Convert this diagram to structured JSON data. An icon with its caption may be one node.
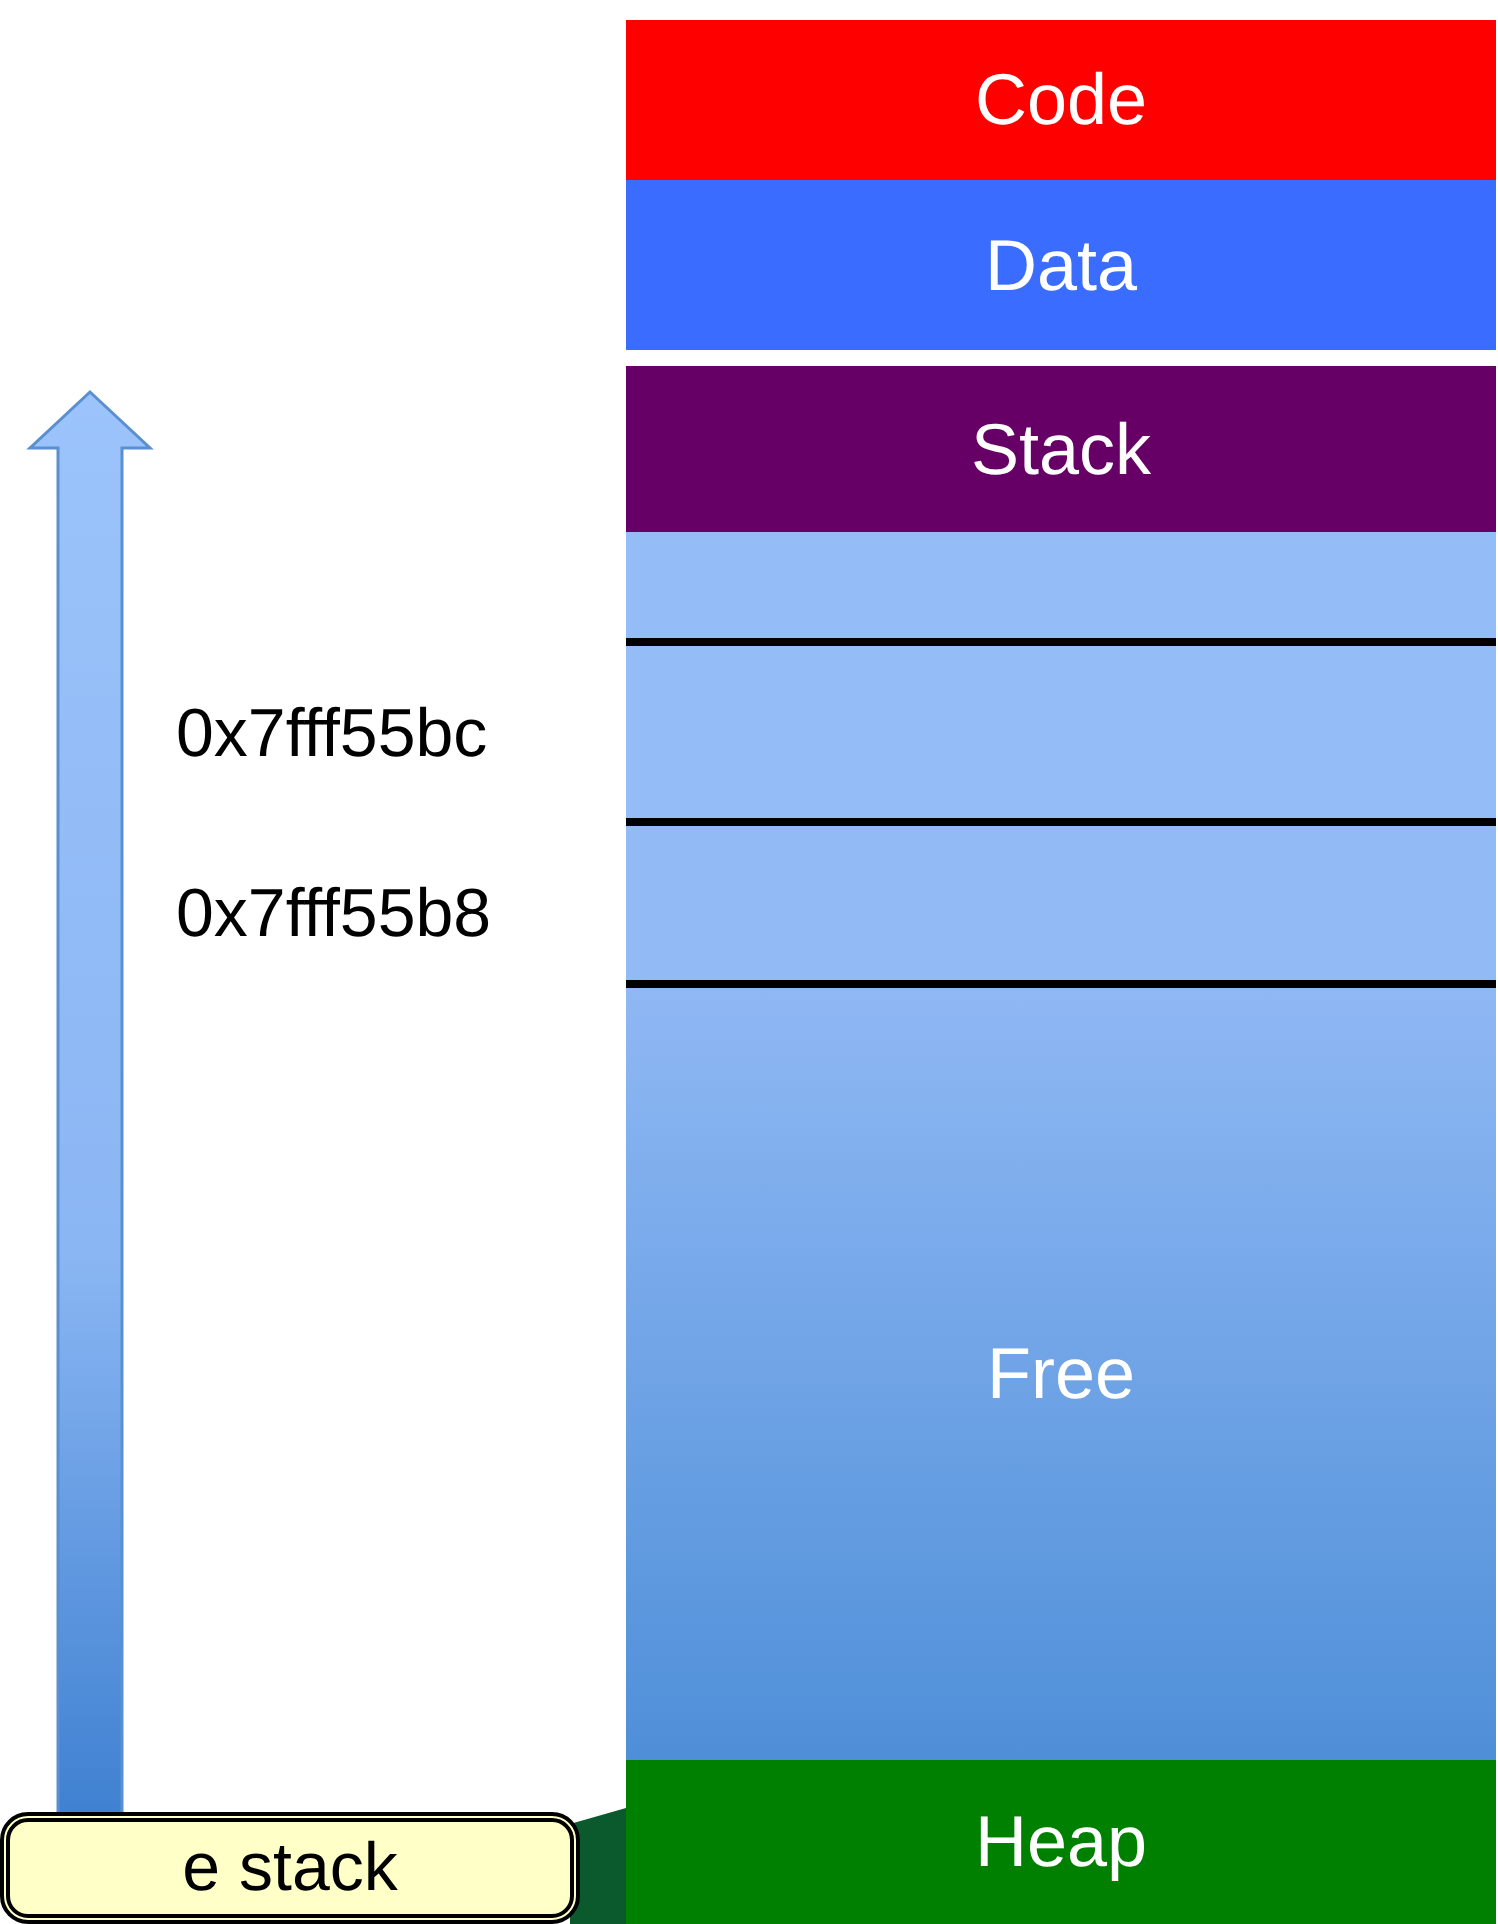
{
  "diagram": {
    "nodes": [
      {
        "text": [
          "Code"
        ]
      },
      {
        "text": [
          "Data"
        ]
      },
      {
        "text": [
          "Stack"
        ]
      },
      {
        "text": [],
        "shape": "box"
      },
      {
        "text": [],
        "shape": "box"
      },
      {
        "text": [],
        "shape": "box"
      },
      {
        "text": [
          "Free"
        ]
      },
      {
        "text": [
          "Heap"
        ]
      },
      {
        "text": [
          "e stack"
        ]
      }
    ],
    "edges": [],
    "labels": [
      "0x7fff55bc",
      "0x7fff55b8"
    ]
  }
}
